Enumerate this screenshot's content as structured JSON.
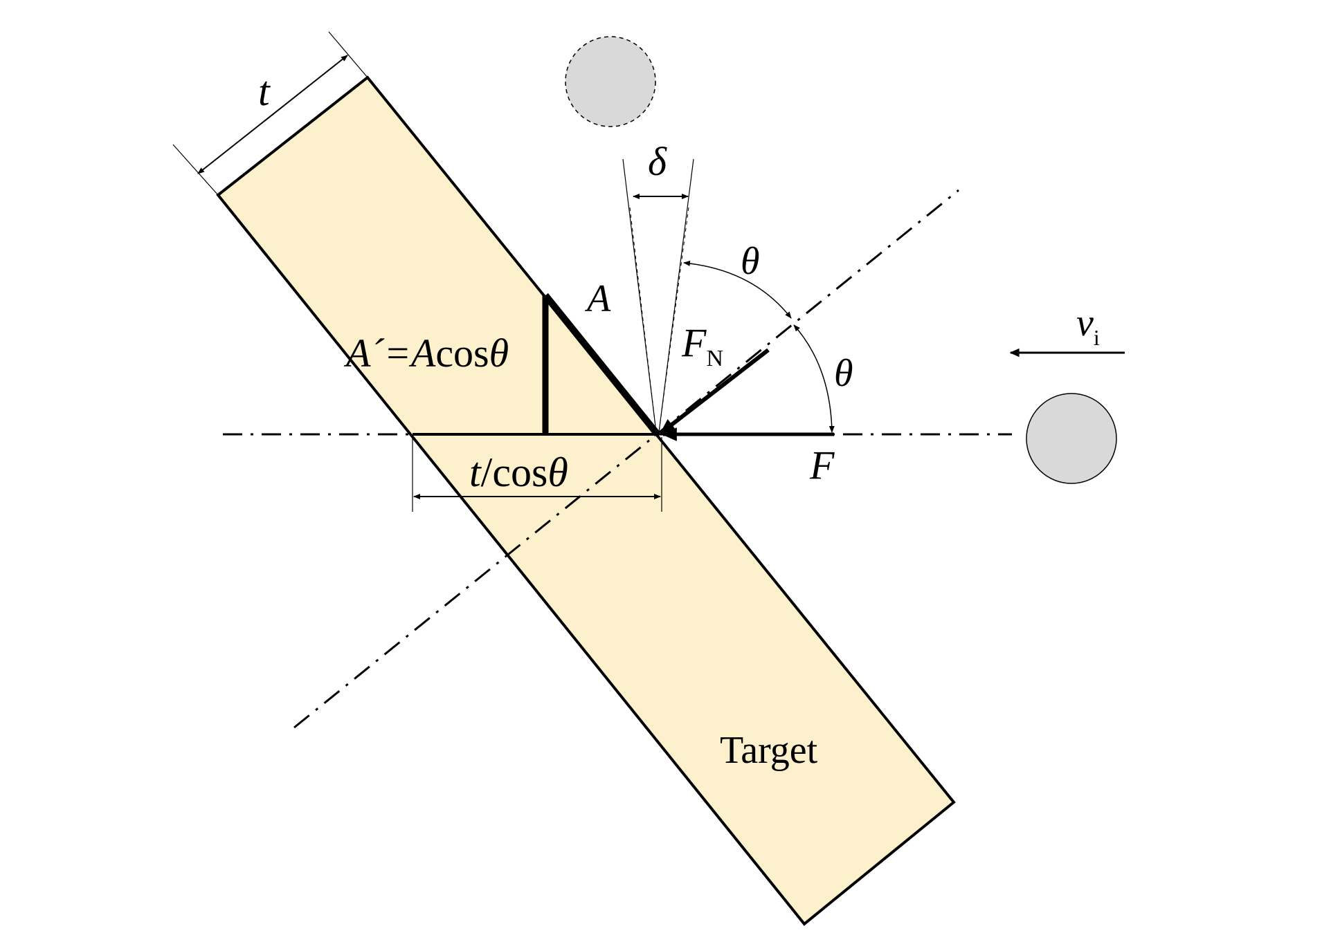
{
  "labels": {
    "thickness": "t",
    "delta": "δ",
    "theta_top": "θ",
    "area": "A",
    "projected_area_prefix": "A´=A",
    "projected_area_cos": "cos",
    "projected_area_theta": "θ",
    "normal_force_main": "F",
    "normal_force_sub": "N",
    "theta_right": "θ",
    "velocity_main": "v",
    "velocity_sub": "i",
    "width_t": "t",
    "width_cos": "/cos",
    "width_theta": "θ",
    "force": "F",
    "target": "Target"
  },
  "colors": {
    "target_fill": "#fdf0cc",
    "projectile_fill": "#d9d9d9",
    "stroke": "#000000"
  }
}
